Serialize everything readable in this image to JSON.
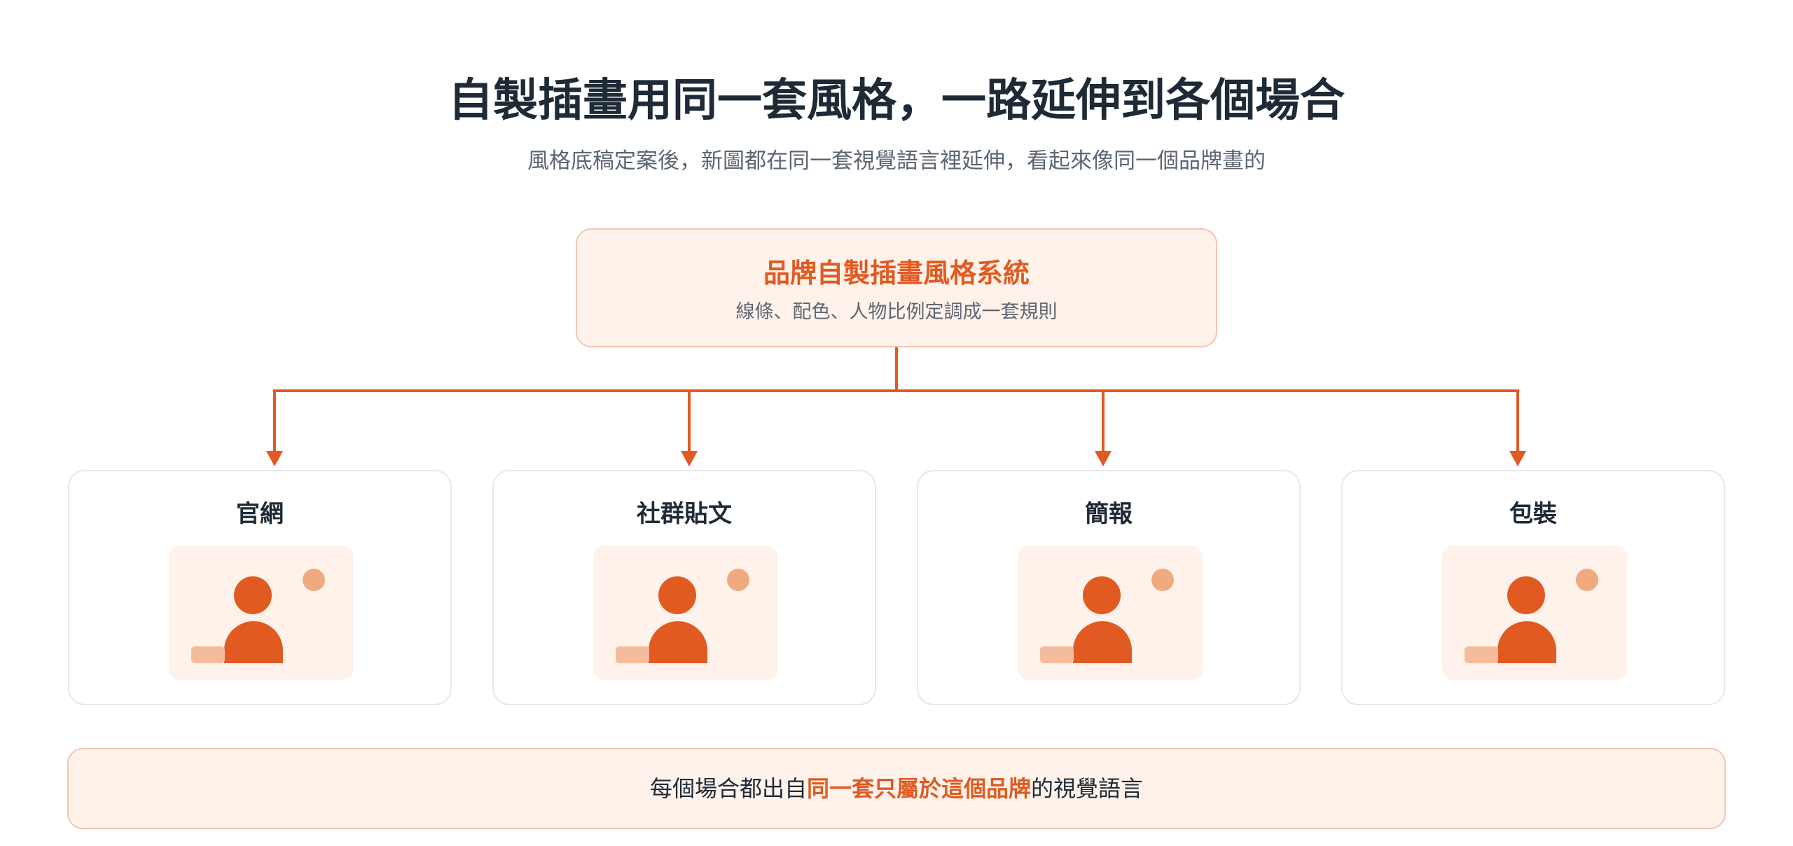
{
  "header": {
    "title": "自製插畫用同一套風格，一路延伸到各個場合",
    "subtitle": "風格底稿定案後，新圖都在同一套視覺語言裡延伸，看起來像同一個品牌畫的"
  },
  "root": {
    "title": "品牌自製插畫風格系統",
    "description": "線條、配色、人物比例定調成一套規則"
  },
  "cards": [
    {
      "label": "官網"
    },
    {
      "label": "社群貼文"
    },
    {
      "label": "簡報"
    },
    {
      "label": "包裝"
    }
  ],
  "footer": {
    "prefix": "每個場合都出自",
    "highlight": "同一套只屬於這個品牌",
    "suffix": "的視覺語言"
  },
  "colors": {
    "accent": "#e05a22",
    "accent_light": "#f0aa80",
    "panel_bg": "#fff2ea",
    "panel_border": "#f2c7b0",
    "text_dark": "#1f2a37",
    "text_muted": "#5d6673"
  },
  "icons": {
    "illustration": "person-illustration-icon",
    "connector": "arrow-down-icon"
  }
}
